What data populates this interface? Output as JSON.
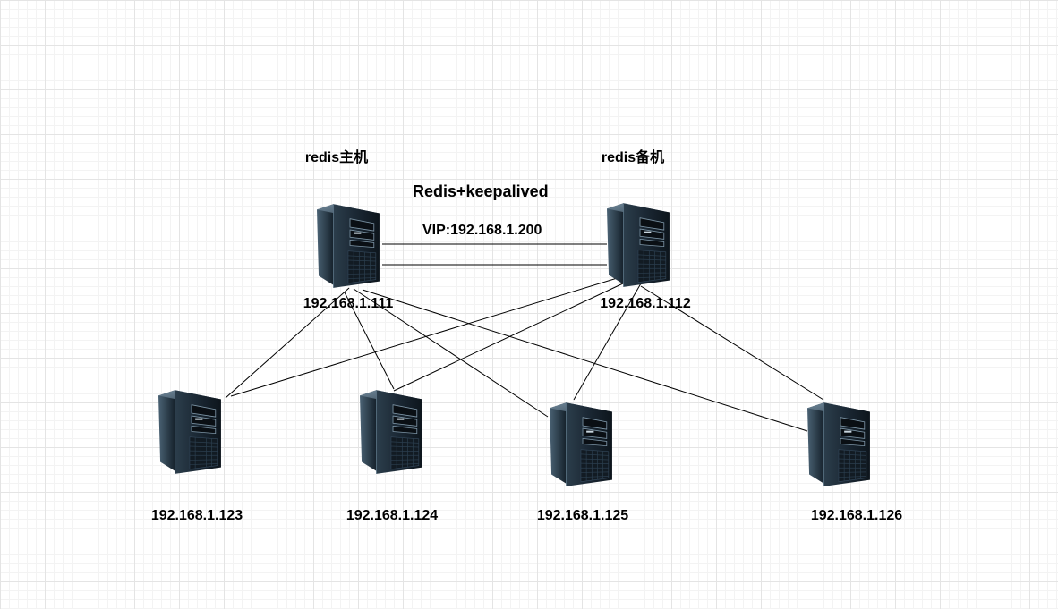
{
  "title": "Redis+keepalived",
  "vip": "VIP:192.168.1.200",
  "master": {
    "role": "redis主机",
    "ip": "192.168.1.111"
  },
  "backup": {
    "role": "redis备机",
    "ip": "192.168.1.112"
  },
  "clients": [
    {
      "ip": "192.168.1.123"
    },
    {
      "ip": "192.168.1.124"
    },
    {
      "ip": "192.168.1.125"
    },
    {
      "ip": "192.168.1.126"
    }
  ],
  "colors": {
    "server_body": "#1a2530",
    "server_side": "#0b1118",
    "server_top": "#3d5566",
    "server_highlight": "#8fa7b8",
    "line": "#000000"
  },
  "icon": "tower-server-icon"
}
